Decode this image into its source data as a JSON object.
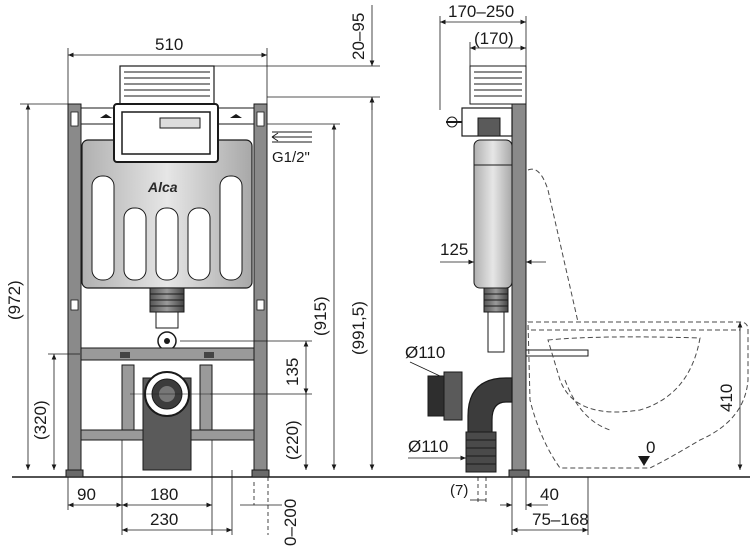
{
  "front_view": {
    "width_label": "510",
    "frame_height_label": "(972)",
    "mid_height_label": "(915)",
    "total_height_label": "(991,5)",
    "top_offset_label": "20–95",
    "lower_height_label": "(320)",
    "drain_height_label": "135",
    "drain_lower_label": "(220)",
    "thread_label": "G1/2\"",
    "foot_left_label": "90",
    "feet_spacing_label": "180",
    "feet_outer_label": "230",
    "floor_adjust_label": "0–200",
    "logo_text": "Alca"
  },
  "side_view": {
    "depth_range_label": "170–250",
    "depth_label": "(170)",
    "tank_depth_label": "125",
    "inlet_diameter_label": "Ø110",
    "outlet_diameter_label": "Ø110",
    "bowl_height_label": "410",
    "zero_label": "0",
    "gap_label": "(7)",
    "foot_depth_label": "40",
    "wall_offset_label": "75–168"
  },
  "colors": {
    "line": "#1a1a1a",
    "frame_fill": "#8a8a8a",
    "tank_fill": "#c8c8c8",
    "dark_fill": "#3c3c3c",
    "dashed": "#4a4a4a"
  }
}
